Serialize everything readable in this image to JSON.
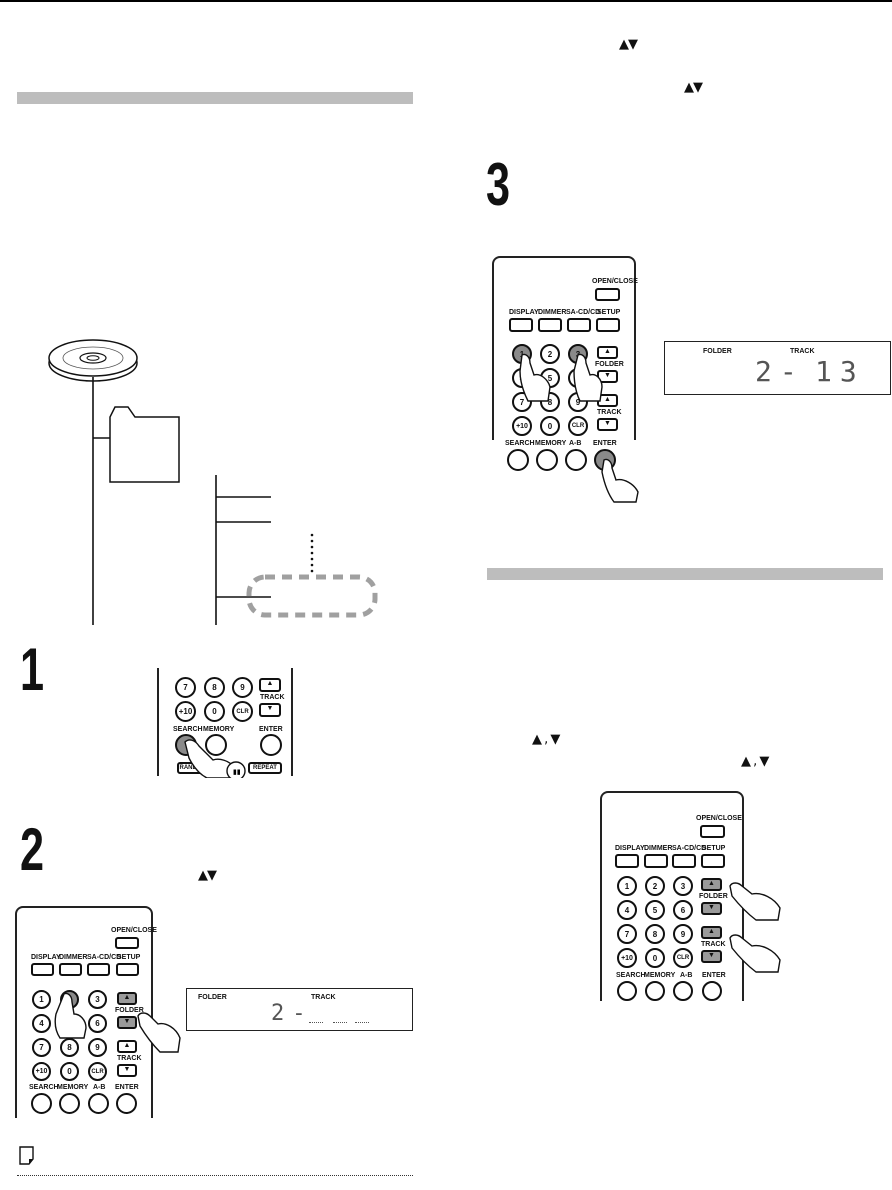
{
  "remote_labels": {
    "open_close": "OPEN/CLOSE",
    "display": "DISPLAY",
    "dimmer": "DIMMER",
    "sacd": "SA-CD/CD",
    "setup": "SETUP",
    "folder": "FOLDER",
    "track": "TRACK",
    "search": "SEARCH",
    "memory": "MEMORY",
    "ab": "A-B",
    "enter": "ENTER",
    "random": "RANDOM",
    "repeat": "REPEAT",
    "clr": "CLR",
    "plus10": "+10"
  },
  "step1": {
    "number": "1"
  },
  "step2": {
    "number": "2",
    "arrows": "▲▼"
  },
  "step3": {
    "number": "3"
  },
  "top_right": {
    "arrows_a": "▲▼",
    "arrows_b": "▲▼"
  },
  "lower_right": {
    "arrows_a": "▲ , ▼",
    "arrows_b": "▲ , ▼"
  },
  "display_step2": {
    "folder_label": "FOLDER",
    "track_label": "TRACK",
    "folder_value": "2-"
  },
  "display_step3": {
    "folder_label": "FOLDER",
    "track_label": "TRACK",
    "folder_value": "2-",
    "track_value": "13"
  },
  "colors": {
    "section_bar": "#bdbdbd",
    "pressed_button": "#8a8a8a",
    "highlight_dash": "#a0a0a0"
  }
}
